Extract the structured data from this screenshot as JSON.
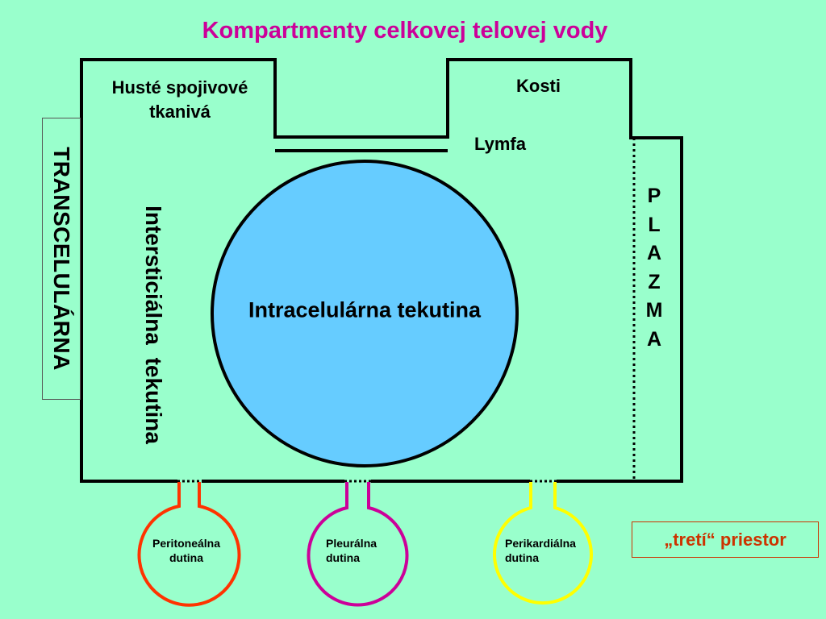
{
  "title": "Kompartmenty celkovej telovej vody",
  "labels": {
    "dense_tissue_line1": "Husté spojivové",
    "dense_tissue_line2": "tkanivá",
    "bones": "Kosti",
    "lymph": "Lymfa",
    "transcellular": "TRANSCELULÁRNA",
    "interstitial": "Intersticiálna  tekutina",
    "intracellular": "Intracelulárna tekutina",
    "plasma_letters": [
      "P",
      "L",
      "A",
      "Z",
      "M",
      "A"
    ],
    "third_space": "„tretí“ priestor"
  },
  "cavities": [
    {
      "line1": "Peritoneálna",
      "line2": "dutina",
      "color": "#ff3300"
    },
    {
      "line1": "Pleurálna",
      "line2": "dutina",
      "color": "#cc0099"
    },
    {
      "line1": "Perikardiálna",
      "line2": "dutina",
      "color": "#ffff00"
    }
  ],
  "colors": {
    "background": "#99ffcc",
    "title": "#cc0099",
    "cell": "#66ccff",
    "third_space": "#cc3300"
  }
}
